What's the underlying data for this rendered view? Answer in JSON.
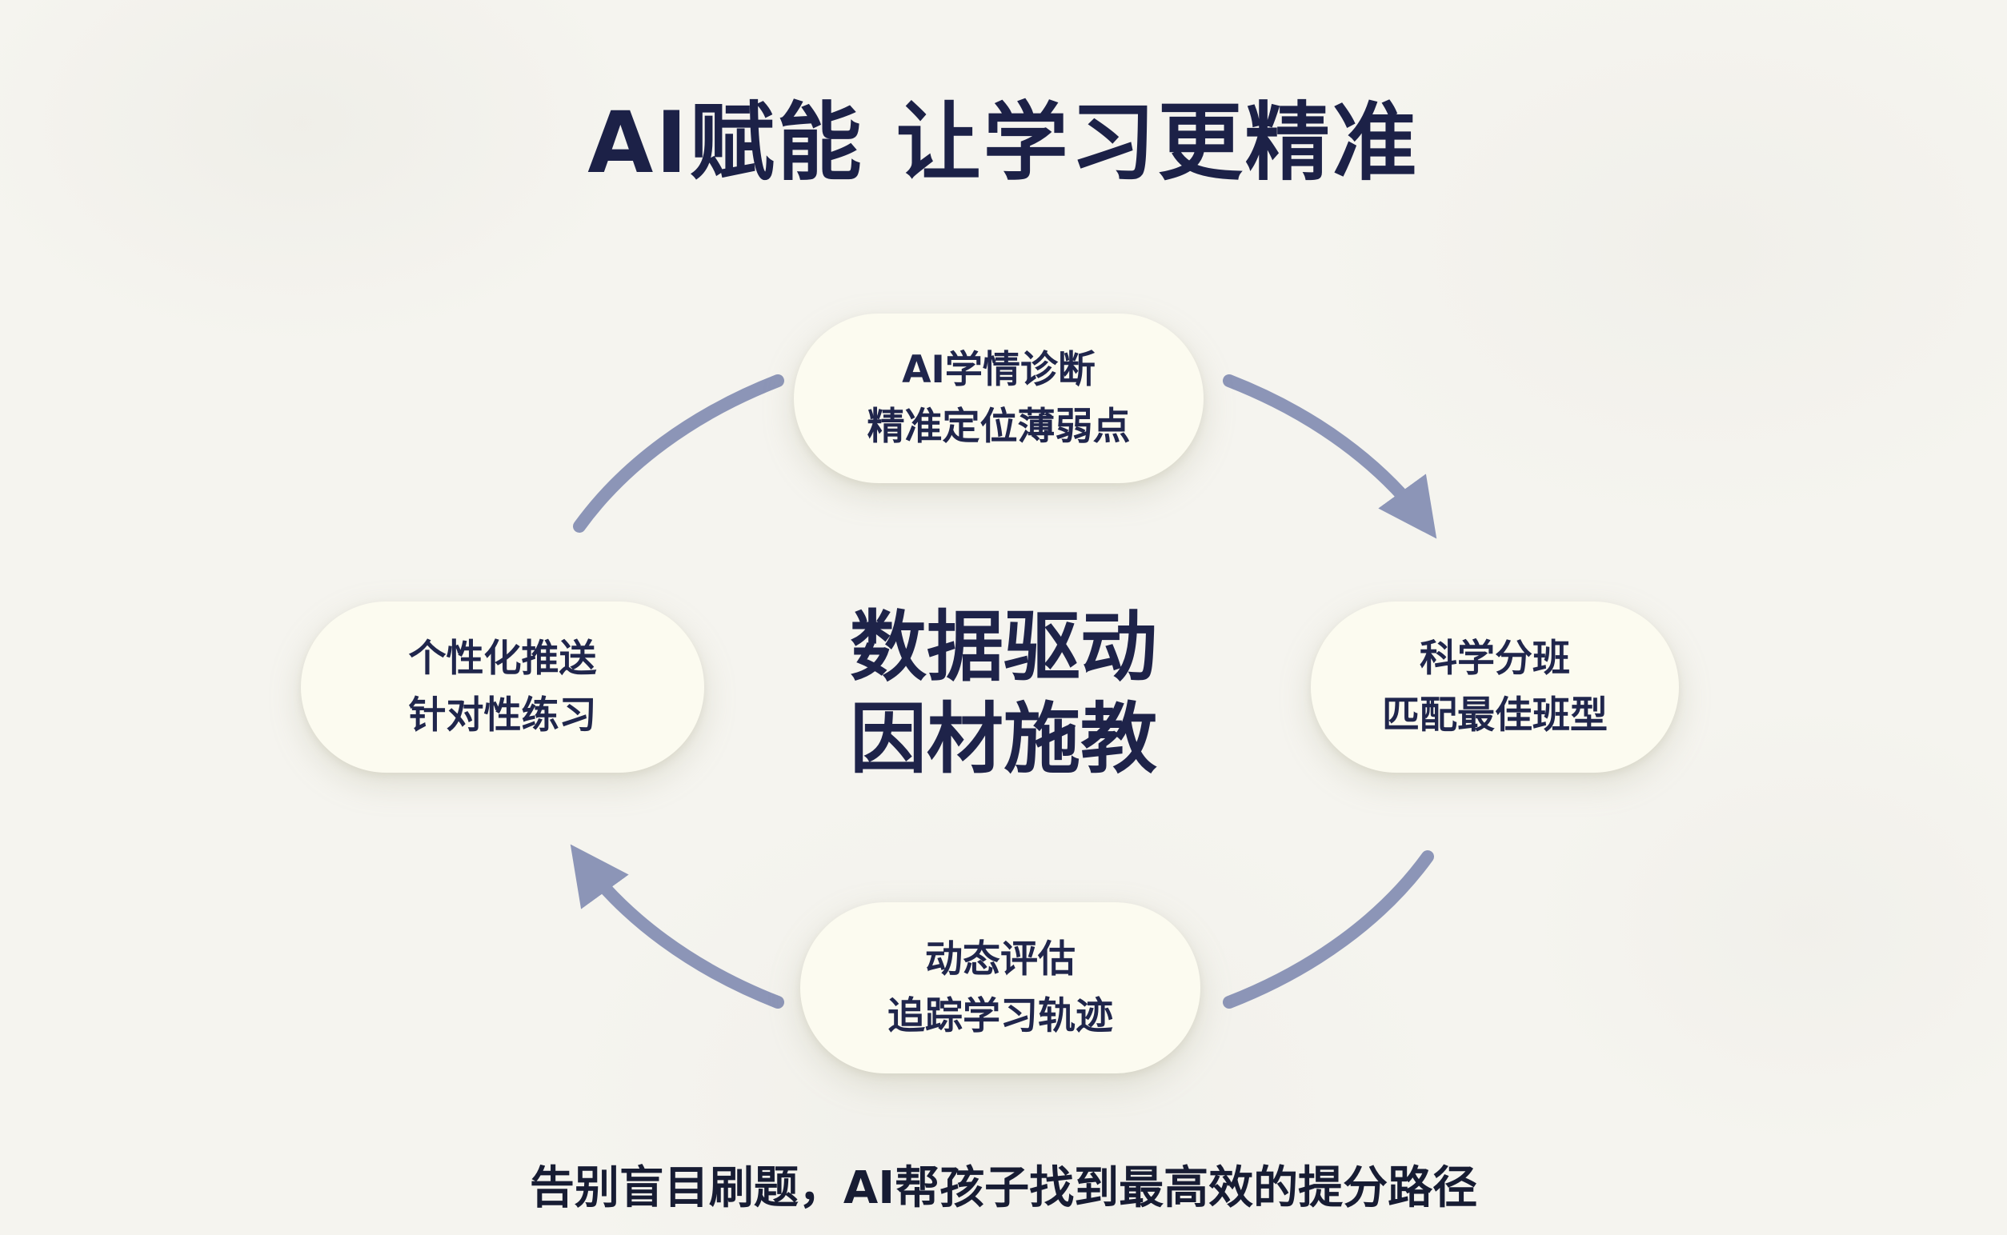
{
  "title": "AI赋能 让学习更精准",
  "center": {
    "line1": "数据驱动",
    "line2": "因材施教"
  },
  "nodes": {
    "top": {
      "line1": "AI学情诊断",
      "line2": "精准定位薄弱点"
    },
    "right": {
      "line1": "科学分班",
      "line2": "匹配最佳班型"
    },
    "bottom": {
      "line1": "动态评估",
      "line2": "追踪学习轨迹"
    },
    "left": {
      "line1": "个性化推送",
      "line2": "针对性练习"
    }
  },
  "caption": "告别盲目刷题，AI帮孩子找到最高效的提分路径",
  "colors": {
    "ink": "#20264c",
    "arrow": "#8c95b7",
    "pill": "#fcfbf0",
    "background": "#f5f4ef"
  }
}
